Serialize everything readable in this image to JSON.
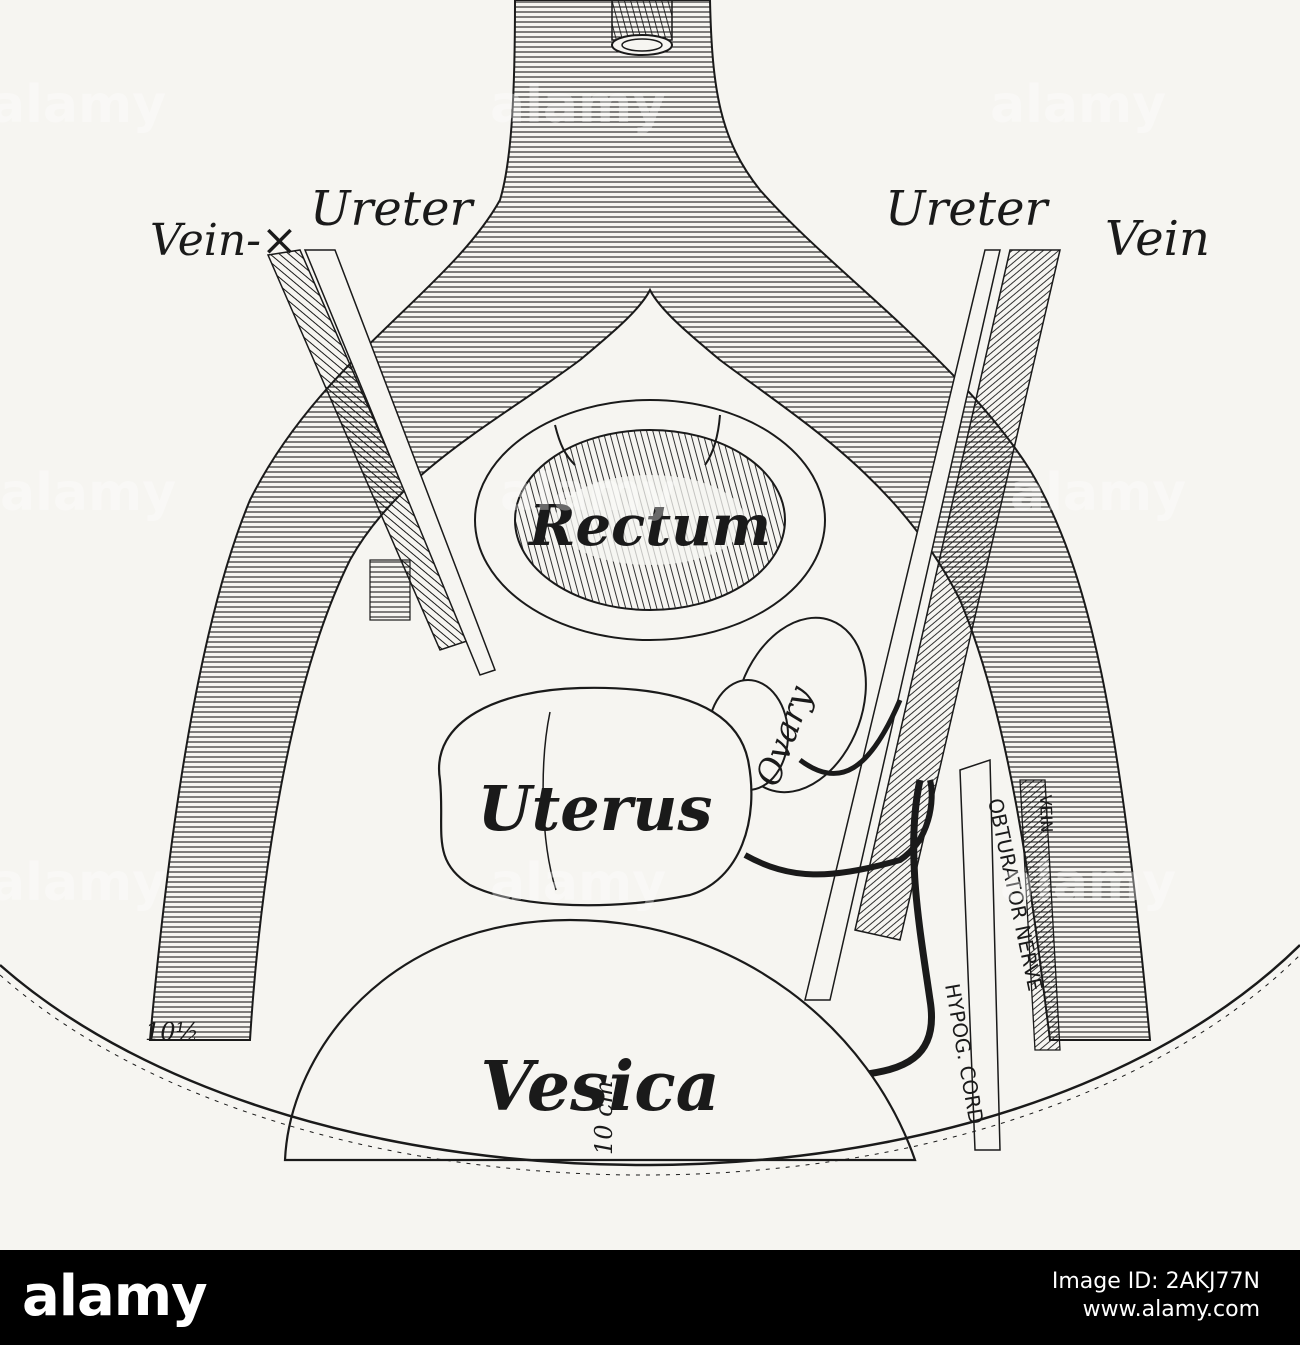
{
  "labels": {
    "left_vein": "Vein-×",
    "left_ureter": "Ureter",
    "right_ureter": "Ureter",
    "right_vein": "Vein",
    "rectum": "Rectum",
    "ovary": "Ovary",
    "uterus": "Uterus",
    "obturator_nerve": "OBTURATOR NERVE",
    "hypog_cord": "HYPOG. CORD",
    "right_vessel": "VEIN",
    "vesica": "Vesica",
    "left_measure": "10½",
    "bottom_measure": "10 cm"
  },
  "watermark": {
    "text": "alamy"
  },
  "footer": {
    "logo": "alamy",
    "image_id": "Image ID: 2AKJ77N",
    "site": "www.alamy.com"
  },
  "colors": {
    "ink": "#1a1a1a",
    "paper": "#f6f5f1",
    "footer": "#000000"
  }
}
